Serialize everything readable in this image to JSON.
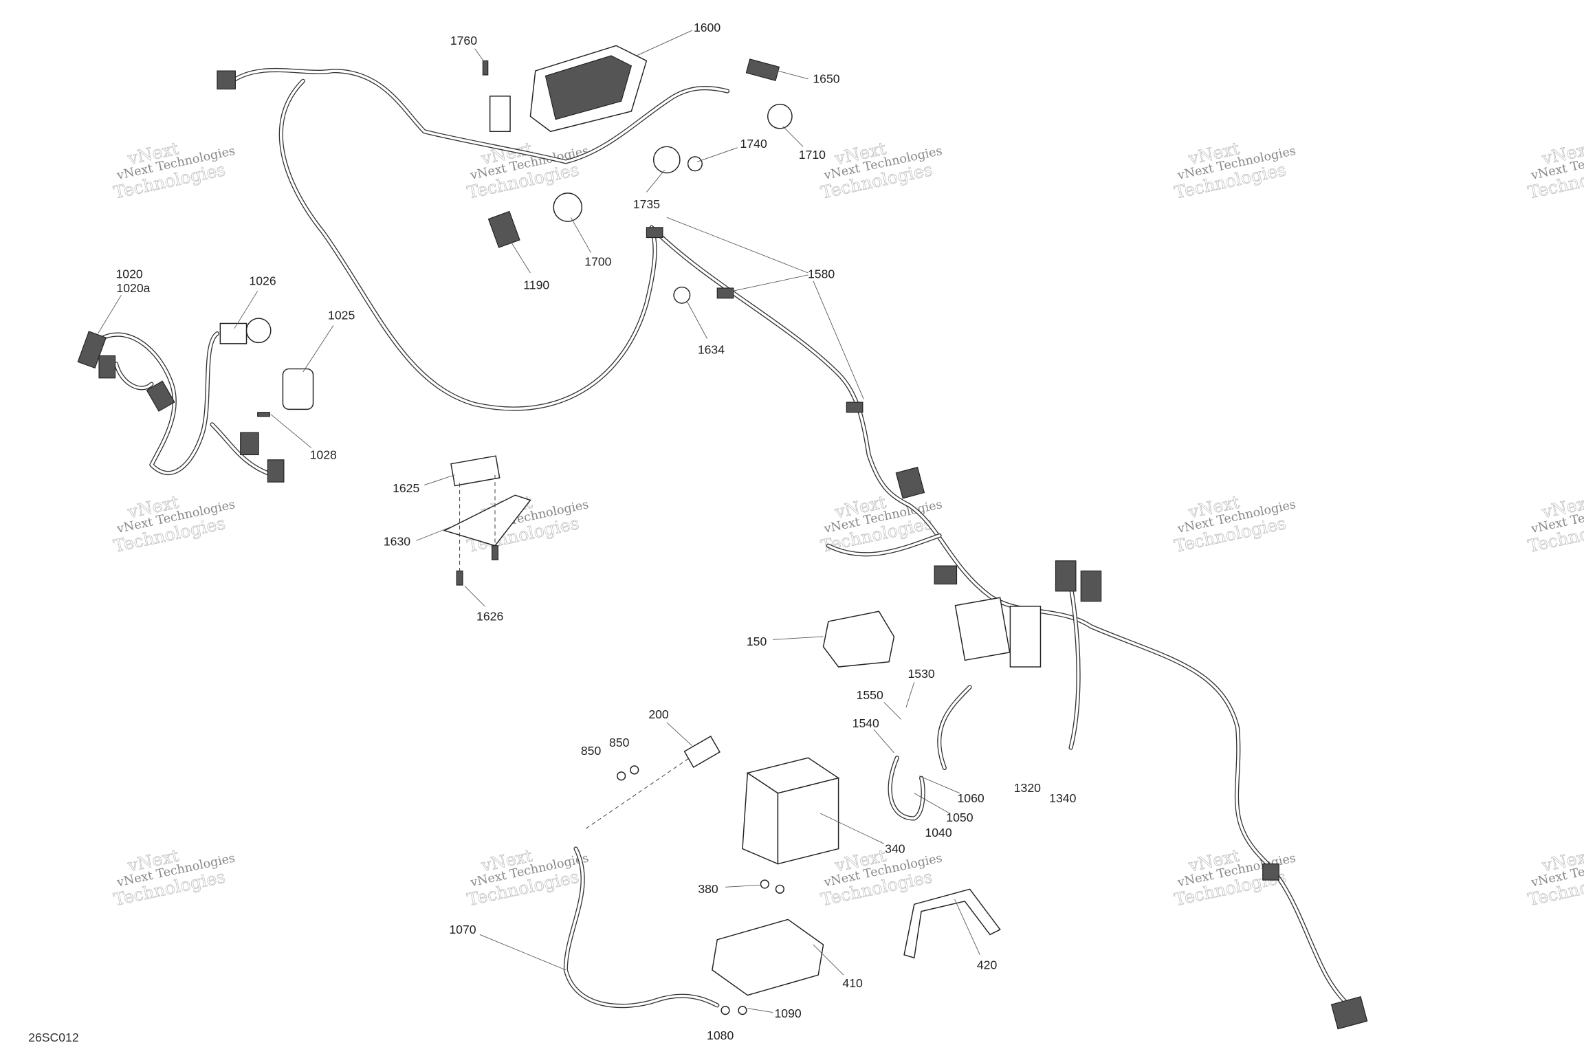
{
  "diagram": {
    "drawing_code": "26SC012",
    "watermark": {
      "line1": "vNext Technologies",
      "line2": "Technologies",
      "prefix": "vNext"
    },
    "callouts": {
      "c1600": "1600",
      "c1760": "1760",
      "c1650": "1650",
      "c1740": "1740",
      "c1710": "1710",
      "c1735": "1735",
      "c1700": "1700",
      "c1190": "1190",
      "c1580": "1580",
      "c1634": "1634",
      "c1020": "1020",
      "c1020a": "1020a",
      "c1026": "1026",
      "c1025": "1025",
      "c1028": "1028",
      "c1625": "1625",
      "c1630": "1630",
      "c1626": "1626",
      "c150": "150",
      "c1530": "1530",
      "c1550": "1550",
      "c1540": "1540",
      "c200": "200",
      "c850a": "850",
      "c850b": "850",
      "c1060": "1060",
      "c1050": "1050",
      "c1040": "1040",
      "c1320": "1320",
      "c1340": "1340",
      "c340": "340",
      "c380": "380",
      "c1070": "1070",
      "c410": "410",
      "c420": "420",
      "c1090": "1090",
      "c1080": "1080"
    }
  }
}
